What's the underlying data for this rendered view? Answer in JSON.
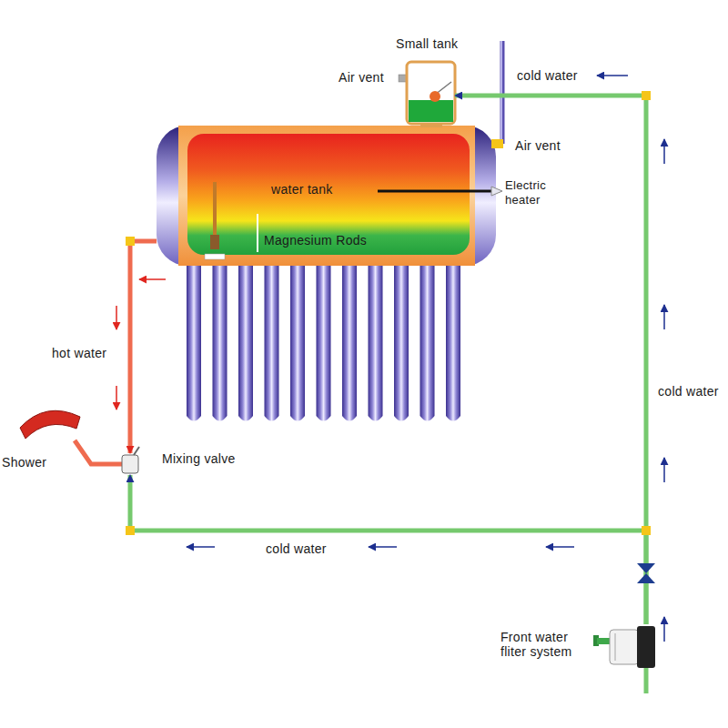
{
  "diagram": {
    "nodes": [
      {
        "text": [
          "Small tank"
        ]
      },
      {
        "text": [
          "water tank",
          "Magnesium Rods"
        ]
      },
      {
        "text": [
          "Mixing valve"
        ]
      },
      {
        "text": [
          "Shower"
        ]
      },
      {
        "text": [
          "Front water fliter system"
        ]
      }
    ],
    "edges": [
      {
        "from": 4,
        "to": 0,
        "arrow": "to",
        "label": "cold water"
      },
      {
        "from": 4,
        "to": 2,
        "arrow": "to",
        "label": "cold water"
      },
      {
        "from": 1,
        "to": 2,
        "arrow": "to",
        "label": "hot water"
      },
      {
        "from": 2,
        "to": 3,
        "arrow": "none"
      }
    ],
    "labels": [
      "Air vent",
      "cold water",
      "Air vent",
      "Electric heater"
    ]
  }
}
